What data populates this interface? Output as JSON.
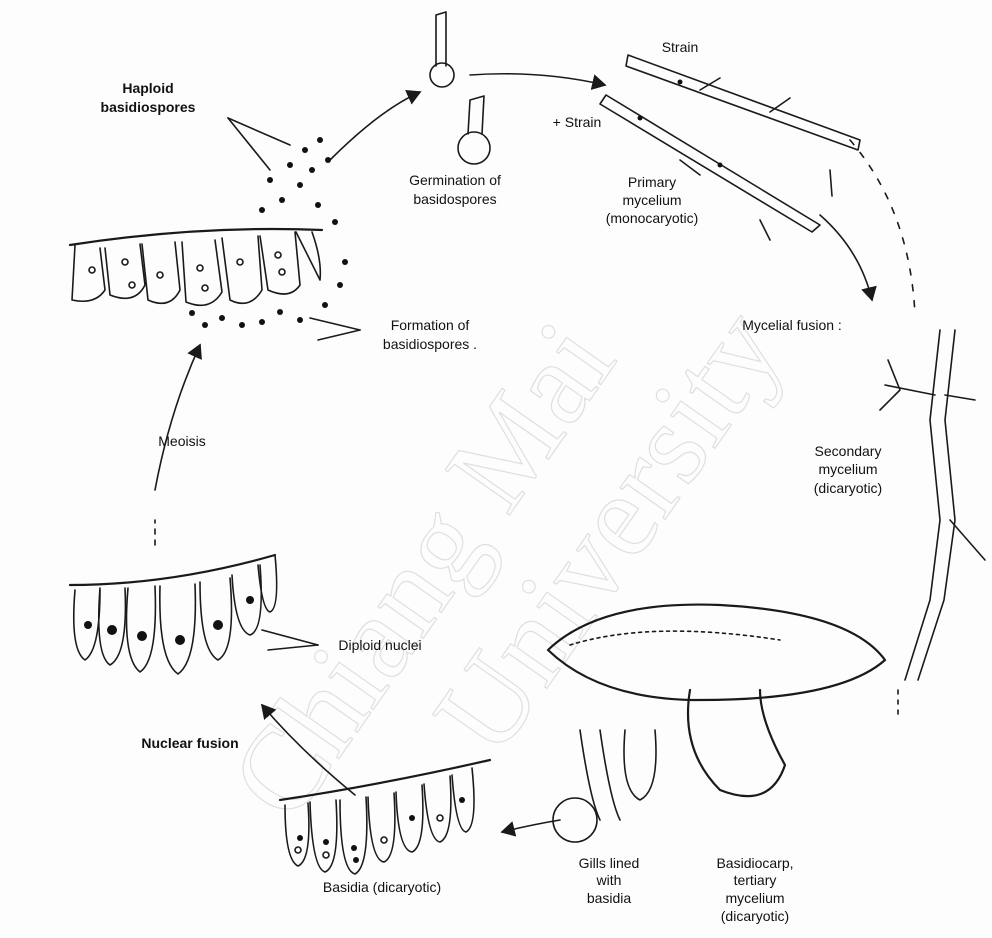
{
  "labels": {
    "haploid": [
      "Haploid",
      "basidiospores"
    ],
    "germination": [
      "Germination of",
      "basidospores"
    ],
    "strain_top": "Strain",
    "strain_plus": "+ Strain",
    "primary": [
      "Primary",
      "mycelium",
      "(monocaryotic)"
    ],
    "formation": [
      "Formation of",
      "basidiospores ."
    ],
    "mycelial_fusion": "Mycelial fusion :",
    "meiosis": "Meoisis",
    "secondary": [
      "Secondary",
      "mycelium",
      "(dicaryotic)"
    ],
    "diploid": "Diploid nuclei",
    "nuclear_fusion": "Nuclear fusion",
    "gills": [
      "Gills lined",
      "with",
      "basidia"
    ],
    "basidiocarp": [
      "Basidiocarp,",
      "tertiary",
      "mycelium",
      "(dicaryotic)"
    ],
    "basidia": "Basidia (dicaryotic)"
  },
  "watermark": [
    "Chiang Mai",
    "University"
  ]
}
